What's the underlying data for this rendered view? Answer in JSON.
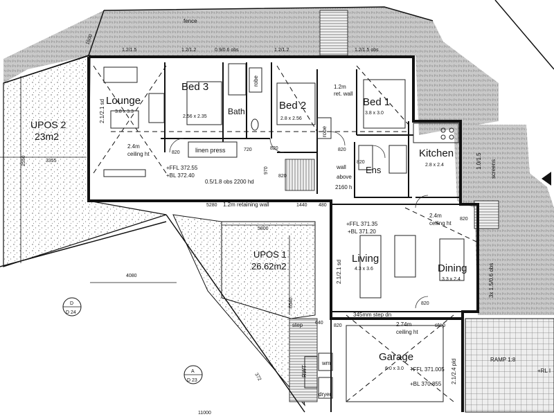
{
  "plan": {
    "rooms": {
      "lounge": {
        "name": "Lounge",
        "size": "3.8 x 3.3"
      },
      "bed3": {
        "name": "Bed 3",
        "size": "2.56 x 2.35"
      },
      "bath": {
        "name": "Bath"
      },
      "bed2": {
        "name": "Bed 2",
        "size": "2.8 x 2.56"
      },
      "bed1": {
        "name": "Bed 1",
        "size": "3.8 x 3.0"
      },
      "kitchen": {
        "name": "Kitchen",
        "size": "2.8 x 2.4"
      },
      "ens": {
        "name": "Ens"
      },
      "living": {
        "name": "Living",
        "size": "4.3 x 3.6"
      },
      "dining": {
        "name": "Dining",
        "size": "3.3 x 2.4"
      },
      "garage": {
        "name": "Garage",
        "size": "6.0 x 3.0"
      }
    },
    "areas": {
      "upos2_name": "UPOS 2",
      "upos2_area": "23m2",
      "upos1_name": "UPOS 1",
      "upos1_area": "26.62m2"
    },
    "labels": {
      "fence": "fence",
      "linen_press": "linen press",
      "robe_1": "robe",
      "robe_2": "robe",
      "ret_wall_h": "1.2m",
      "ret_wall": "ret. wall",
      "ceiling_1_h": "2.4m",
      "ceiling_1": "ceiling ht",
      "ceiling_2_h": "2.4m",
      "ceiling_2": "ceiling ht",
      "ceiling_3_h": "2.74m",
      "ceiling_3": "ceiling ht",
      "ffl_1": "+FFL 372.55",
      "bl_1": "+BL 372.40",
      "ffl_2": "+FFL 371.35",
      "bl_2": "+BL 371.20",
      "ffl_3": "+FFL 371.005",
      "bl_3": "+BL 370.855",
      "wall_above_1": "wall",
      "wall_above_2": "above",
      "wall_above_3": "2160 h",
      "obs_hd": "0.5/1.8 obs 2200 hd",
      "retaining_wall": "1.2m retaining wall",
      "step_1": "step",
      "step_2": "step",
      "step_dn": "345mm step dn",
      "screens": "screens",
      "ramp": "RAMP 1:8",
      "rwt": "RWT",
      "wm": "wm",
      "dryer": "dryer",
      "rl_cut": "+RL I",
      "window_1": "1.0/1.5",
      "window_2": "3x 1.5/0.6 obs",
      "window_3": "2.1/2.1 sd",
      "window_4": "2.1/2.1 sd",
      "window_5": "2.1/2.4 pld"
    },
    "dims": {
      "top_1": "1.2/1.5",
      "top_2": "1.2/1.2",
      "top_3": "0.9/0.6 obs",
      "top_4": "1.2/1.2",
      "top_5": "1.2/1.5 obs",
      "d820_1": "820",
      "d820_2": "820",
      "d820_3": "820",
      "d820_4": "820",
      "d820_5": "820",
      "d820_6": "820",
      "d820_7": "820",
      "d820_8": "820",
      "d720": "720",
      "d970": "970",
      "d1500": "1500",
      "d3355": "3355",
      "d5280": "5280",
      "d1440": "1440",
      "d480": "480",
      "d5800": "5800",
      "d6540": "6540",
      "d640": "640",
      "d4080": "4080",
      "d372": "372",
      "d2550": "2550",
      "bottom_cut": "11000"
    },
    "sections": {
      "d_letter": "D",
      "d_sheet": "D 24",
      "a_letter": "A",
      "a_sheet": "D 23"
    }
  }
}
